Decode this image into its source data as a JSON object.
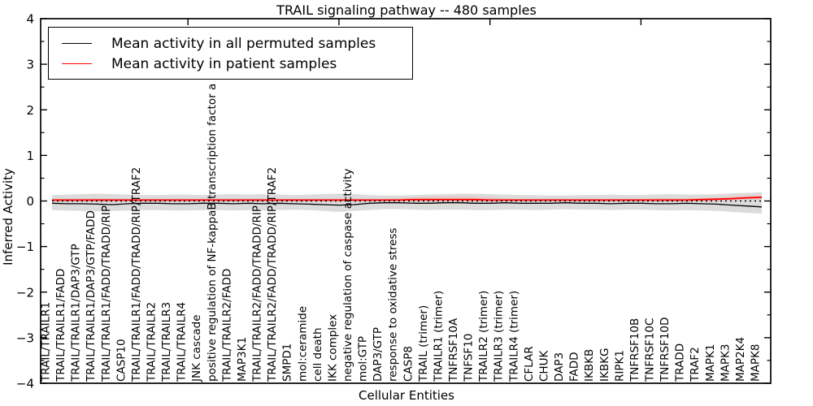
{
  "figure": {
    "title": "TRAIL signaling pathway -- 480 samples",
    "xlabel": "Cellular Entities",
    "ylabel": "Inferred Activity"
  },
  "legend": {
    "entries": [
      {
        "label": "Mean activity in all permuted samples",
        "color": "#000000"
      },
      {
        "label": "Mean activity in patient samples",
        "color": "#ff0000"
      }
    ]
  },
  "chart_data": {
    "type": "line",
    "title": "TRAIL signaling pathway -- 480 samples",
    "xlabel": "Cellular Entities",
    "ylabel": "Inferred Activity",
    "ylim": [
      -4,
      4
    ],
    "yticks": [
      4,
      3,
      2,
      1,
      0,
      -1,
      -2,
      -3,
      -4
    ],
    "ytick_labels": [
      "4",
      "3",
      "2",
      "1",
      "0",
      "−1",
      "−2",
      "−3",
      "−4"
    ],
    "y_minor_ticks": [
      3.5,
      2.5,
      1.5,
      0.5,
      -0.5,
      -1.5,
      -2.5,
      -3.5
    ],
    "x_major_tick_indices": [
      9,
      19,
      29,
      39
    ],
    "grid": false,
    "legend_position": "upper left",
    "zero_line": {
      "y": 0,
      "style": "dotted",
      "color": "#000000"
    },
    "colors": {
      "permuted_line": "#000000",
      "patient_line": "#ff0000",
      "permuted_band": "#dcdcdc",
      "patient_band": "#f2b4b4",
      "spine": "#000000"
    },
    "categories": [
      "TRAIL/TRAILR1",
      "TRAIL/TRAILR1/FADD",
      "TRAIL/TRAILR1/DAP3/GTP",
      "TRAIL/TRAILR1/DAP3/GTP/FADD",
      "TRAIL/TRAILR1/FADD/TRADD/RIP",
      "CASP10",
      "TRAIL/TRAILR1/FADD/TRADD/RIP/TRAF2",
      "TRAIL/TRAILR2",
      "TRAIL/TRAILR3",
      "TRAIL/TRAILR4",
      "JNK cascade",
      "positive regulation of NF-kappaB transcription factor a",
      "TRAIL/TRAILR2/FADD",
      "MAP3K1",
      "TRAIL/TRAILR2/FADD/TRADD/RIP",
      "TRAIL/TRAILR2/FADD/TRADD/RIP/TRAF2",
      "SMPD1",
      "mol:ceramide",
      "cell death",
      "IKK complex",
      "negative regulation of caspase activity",
      "mol:GTP",
      "DAP3/GTP",
      "response to oxidative stress",
      "CASP8",
      "TRAIL (trimer)",
      "TRAILR1 (trimer)",
      "TNFRSF10A",
      "TNFSF10",
      "TRAILR2 (trimer)",
      "TRAILR3 (trimer)",
      "TRAILR4 (trimer)",
      "CFLAR",
      "CHUK",
      "DAP3",
      "FADD",
      "IKBKB",
      "IKBKG",
      "RIPK1",
      "TNFRSF10B",
      "TNFRSF10C",
      "TNFRSF10D",
      "TRADD",
      "TRAF2",
      "MAPK1",
      "MAPK3",
      "MAP2K4",
      "MAPK8"
    ],
    "series": [
      {
        "name": "Mean activity in all permuted samples",
        "color": "#000000",
        "values": [
          -0.05,
          -0.06,
          -0.06,
          -0.07,
          -0.08,
          -0.06,
          -0.05,
          -0.05,
          -0.06,
          -0.06,
          -0.05,
          -0.05,
          -0.06,
          -0.05,
          -0.06,
          -0.05,
          -0.06,
          -0.07,
          -0.08,
          -0.09,
          -0.08,
          -0.05,
          -0.04,
          -0.04,
          -0.05,
          -0.05,
          -0.04,
          -0.04,
          -0.05,
          -0.05,
          -0.04,
          -0.05,
          -0.05,
          -0.05,
          -0.04,
          -0.05,
          -0.05,
          -0.06,
          -0.05,
          -0.05,
          -0.06,
          -0.06,
          -0.05,
          -0.06,
          -0.07,
          -0.09,
          -0.11,
          -0.13
        ]
      },
      {
        "name": "Mean activity in patient samples",
        "color": "#ff0000",
        "values": [
          0.02,
          0.02,
          0.02,
          0.02,
          0.02,
          0.02,
          0.02,
          0.02,
          0.02,
          0.02,
          0.02,
          0.02,
          0.02,
          0.02,
          0.02,
          0.02,
          0.02,
          0.02,
          0.02,
          0.02,
          0.02,
          0.02,
          0.02,
          0.02,
          0.03,
          0.03,
          0.03,
          0.03,
          0.03,
          0.02,
          0.02,
          0.02,
          0.02,
          0.02,
          0.02,
          0.02,
          0.02,
          0.02,
          0.02,
          0.02,
          0.02,
          0.02,
          0.02,
          0.03,
          0.04,
          0.05,
          0.07,
          0.08
        ]
      }
    ],
    "bands": [
      {
        "name": "permuted-samples-range",
        "color": "#dcdcdc",
        "opacity": 1,
        "upper": [
          0.13,
          0.14,
          0.15,
          0.16,
          0.15,
          0.14,
          0.13,
          0.13,
          0.14,
          0.14,
          0.13,
          0.14,
          0.15,
          0.14,
          0.15,
          0.14,
          0.13,
          0.14,
          0.15,
          0.16,
          0.15,
          0.13,
          0.12,
          0.12,
          0.13,
          0.14,
          0.15,
          0.16,
          0.16,
          0.15,
          0.14,
          0.13,
          0.13,
          0.12,
          0.12,
          0.13,
          0.13,
          0.14,
          0.13,
          0.13,
          0.14,
          0.15,
          0.14,
          0.14,
          0.15,
          0.17,
          0.18,
          0.19
        ],
        "lower": [
          -0.2,
          -0.21,
          -0.22,
          -0.23,
          -0.22,
          -0.21,
          -0.2,
          -0.2,
          -0.21,
          -0.21,
          -0.2,
          -0.2,
          -0.21,
          -0.2,
          -0.21,
          -0.2,
          -0.19,
          -0.2,
          -0.22,
          -0.24,
          -0.22,
          -0.2,
          -0.18,
          -0.18,
          -0.19,
          -0.2,
          -0.19,
          -0.19,
          -0.2,
          -0.2,
          -0.19,
          -0.19,
          -0.2,
          -0.19,
          -0.18,
          -0.19,
          -0.19,
          -0.2,
          -0.19,
          -0.19,
          -0.2,
          -0.21,
          -0.2,
          -0.21,
          -0.22,
          -0.24,
          -0.26,
          -0.28
        ]
      },
      {
        "name": "patient-samples-range",
        "color": "#f2b4b4",
        "opacity": 0.6,
        "upper": [
          0.05,
          0.05,
          0.05,
          0.06,
          0.05,
          0.05,
          0.05,
          0.05,
          0.05,
          0.05,
          0.05,
          0.05,
          0.05,
          0.05,
          0.05,
          0.05,
          0.05,
          0.05,
          0.05,
          0.05,
          0.05,
          0.05,
          0.05,
          0.06,
          0.08,
          0.09,
          0.1,
          0.1,
          0.09,
          0.08,
          0.06,
          0.05,
          0.05,
          0.05,
          0.05,
          0.05,
          0.05,
          0.05,
          0.05,
          0.05,
          0.06,
          0.06,
          0.06,
          0.07,
          0.08,
          0.1,
          0.12,
          0.13
        ],
        "lower": [
          -0.01,
          -0.01,
          -0.01,
          -0.02,
          -0.01,
          -0.01,
          -0.01,
          -0.01,
          -0.01,
          -0.01,
          -0.01,
          -0.01,
          -0.01,
          -0.01,
          -0.01,
          -0.01,
          -0.01,
          -0.01,
          -0.01,
          -0.01,
          -0.01,
          -0.01,
          -0.01,
          -0.01,
          -0.02,
          -0.02,
          -0.02,
          -0.02,
          -0.02,
          -0.02,
          -0.01,
          -0.01,
          -0.01,
          -0.01,
          -0.01,
          -0.01,
          -0.01,
          -0.01,
          -0.01,
          -0.01,
          -0.01,
          -0.01,
          -0.01,
          0.0,
          0.0,
          0.01,
          0.02,
          0.03
        ]
      }
    ]
  }
}
